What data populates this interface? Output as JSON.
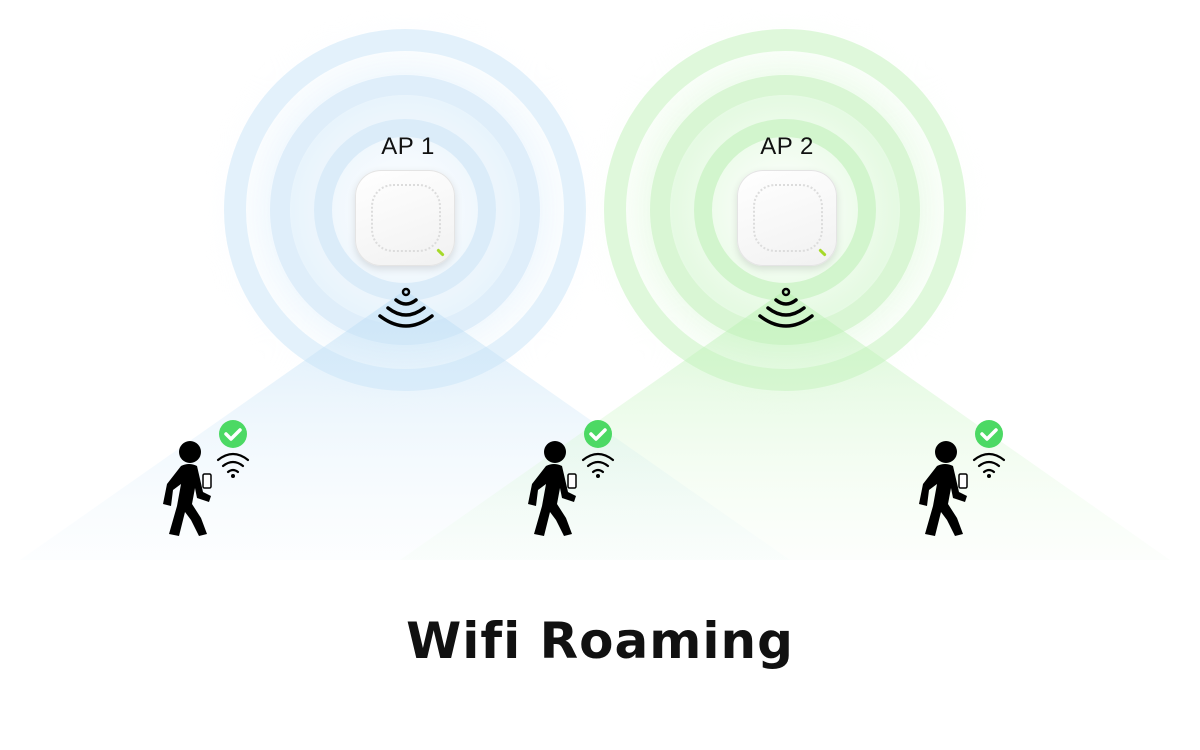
{
  "title": "Wifi Roaming",
  "colors": {
    "ap1_coverage": "#cfe6f7",
    "ap2_coverage": "#c9f5c4",
    "check": "#4cd964",
    "text": "#111111",
    "led": "#a6d92a"
  },
  "access_points": [
    {
      "label": "AP 1",
      "icon": "access-point-device",
      "signal_icon": "wifi-broadcast-icon"
    },
    {
      "label": "AP 2",
      "icon": "access-point-device",
      "signal_icon": "wifi-broadcast-icon"
    }
  ],
  "clients": [
    {
      "icon": "walking-person-with-phone",
      "status_icon": "check-circle-icon",
      "signal_icon": "wifi-icon",
      "connected": true
    },
    {
      "icon": "walking-person-with-phone",
      "status_icon": "check-circle-icon",
      "signal_icon": "wifi-icon",
      "connected": true
    },
    {
      "icon": "walking-person-with-phone",
      "status_icon": "check-circle-icon",
      "signal_icon": "wifi-icon",
      "connected": true
    }
  ]
}
